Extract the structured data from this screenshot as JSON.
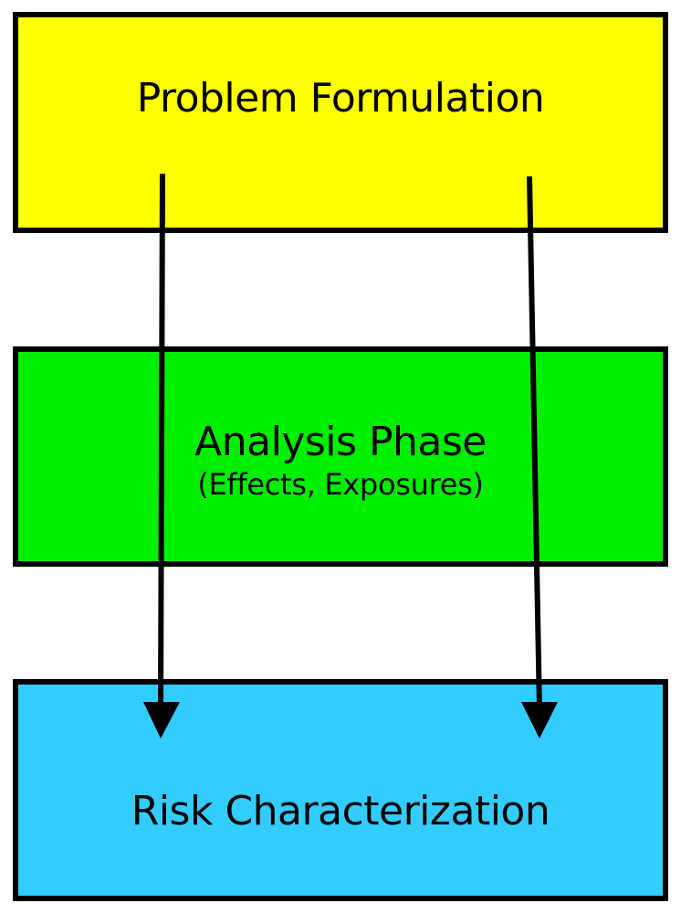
{
  "diagram": {
    "boxes": [
      {
        "id": "problem",
        "title": "Problem Formulation",
        "color": "#ffff00"
      },
      {
        "id": "analysis",
        "title": "Analysis Phase",
        "subtitle": "(Effects, Exposures)",
        "color": "#00ee00"
      },
      {
        "id": "risk",
        "title": "Risk Characterization",
        "color": "#33ccff"
      }
    ],
    "arrows": [
      {
        "from": "problem",
        "to": "risk"
      },
      {
        "from": "problem",
        "to": "risk"
      }
    ],
    "arrow_color": "#000000"
  }
}
